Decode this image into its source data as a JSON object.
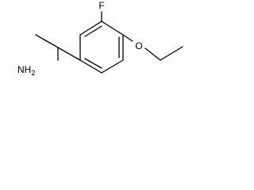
{
  "structure": {
    "atom_labels": {
      "fluorine": "F",
      "oxygen": "O",
      "amine": "NH2"
    }
  }
}
